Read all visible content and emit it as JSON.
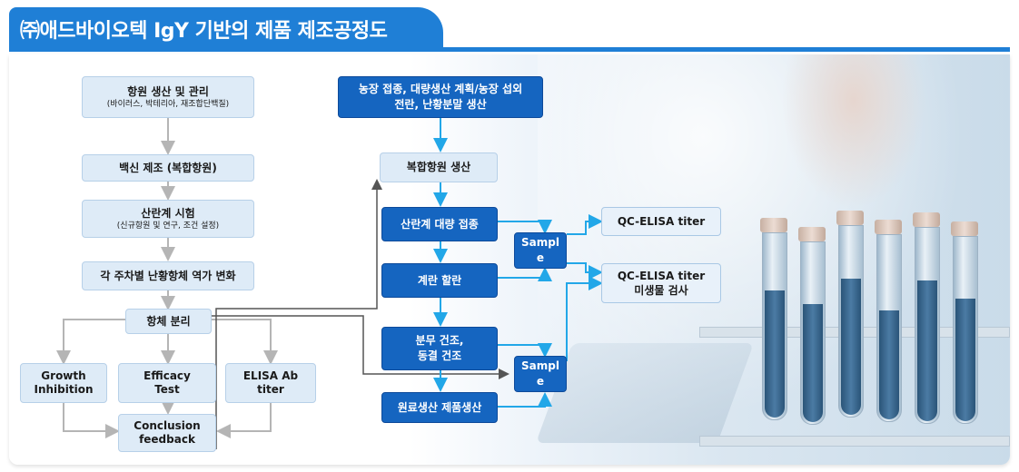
{
  "header": {
    "title": "㈜애드바이오텍 IgY 기반의 제품 제조공정도"
  },
  "left_flow": {
    "antigen": {
      "title": "항원 생산 및 관리",
      "sub": "(바이러스, 박테리아, 재조합단백질)"
    },
    "vaccine": {
      "title": "백신 제조 (복합항원)"
    },
    "hen_test": {
      "title": "산란계 시험",
      "sub": "(신규항원 및 연구, 조건 설정)"
    },
    "titer_change": {
      "title": "각 주차별 난황항체 역가 변화"
    },
    "separation": {
      "title": "항체 분리"
    },
    "growth": {
      "line1": "Growth",
      "line2": "Inhibition"
    },
    "efficacy": {
      "line1": "Efficacy",
      "line2": "Test"
    },
    "elisa": {
      "line1": "ELISA Ab",
      "line2": "titer"
    },
    "conclusion": {
      "line1": "Conclusion",
      "line2": "feedback"
    }
  },
  "right_flow": {
    "farm": {
      "line1": "농장 접종, 대량생산 계획/농장 섭외",
      "line2": "전란, 난황분말 생산"
    },
    "complex": {
      "title": "복합항원 생산"
    },
    "mass": {
      "title": "산란계 대량 접종"
    },
    "egg": {
      "title": "계란 할란"
    },
    "dry": {
      "line1": "분무 건조,",
      "line2": "동결 건조"
    },
    "raw": {
      "title": "원료생산 제품생산"
    },
    "sample1": {
      "line1": "Sampl",
      "line2": "e"
    },
    "sample2": {
      "line1": "Sampl",
      "line2": "e"
    },
    "qc1": {
      "title": "QC-ELISA titer"
    },
    "qc2": {
      "line1": "QC-ELISA titer",
      "line2": "미생물 검사"
    }
  },
  "colors": {
    "title_bg": "#1f7fd6",
    "dark_box": "#1565c0",
    "light_box": "#deebf7",
    "arrow_gray": "#b5b5b5",
    "arrow_blue": "#22a7e8",
    "arrow_dark": "#555555"
  }
}
